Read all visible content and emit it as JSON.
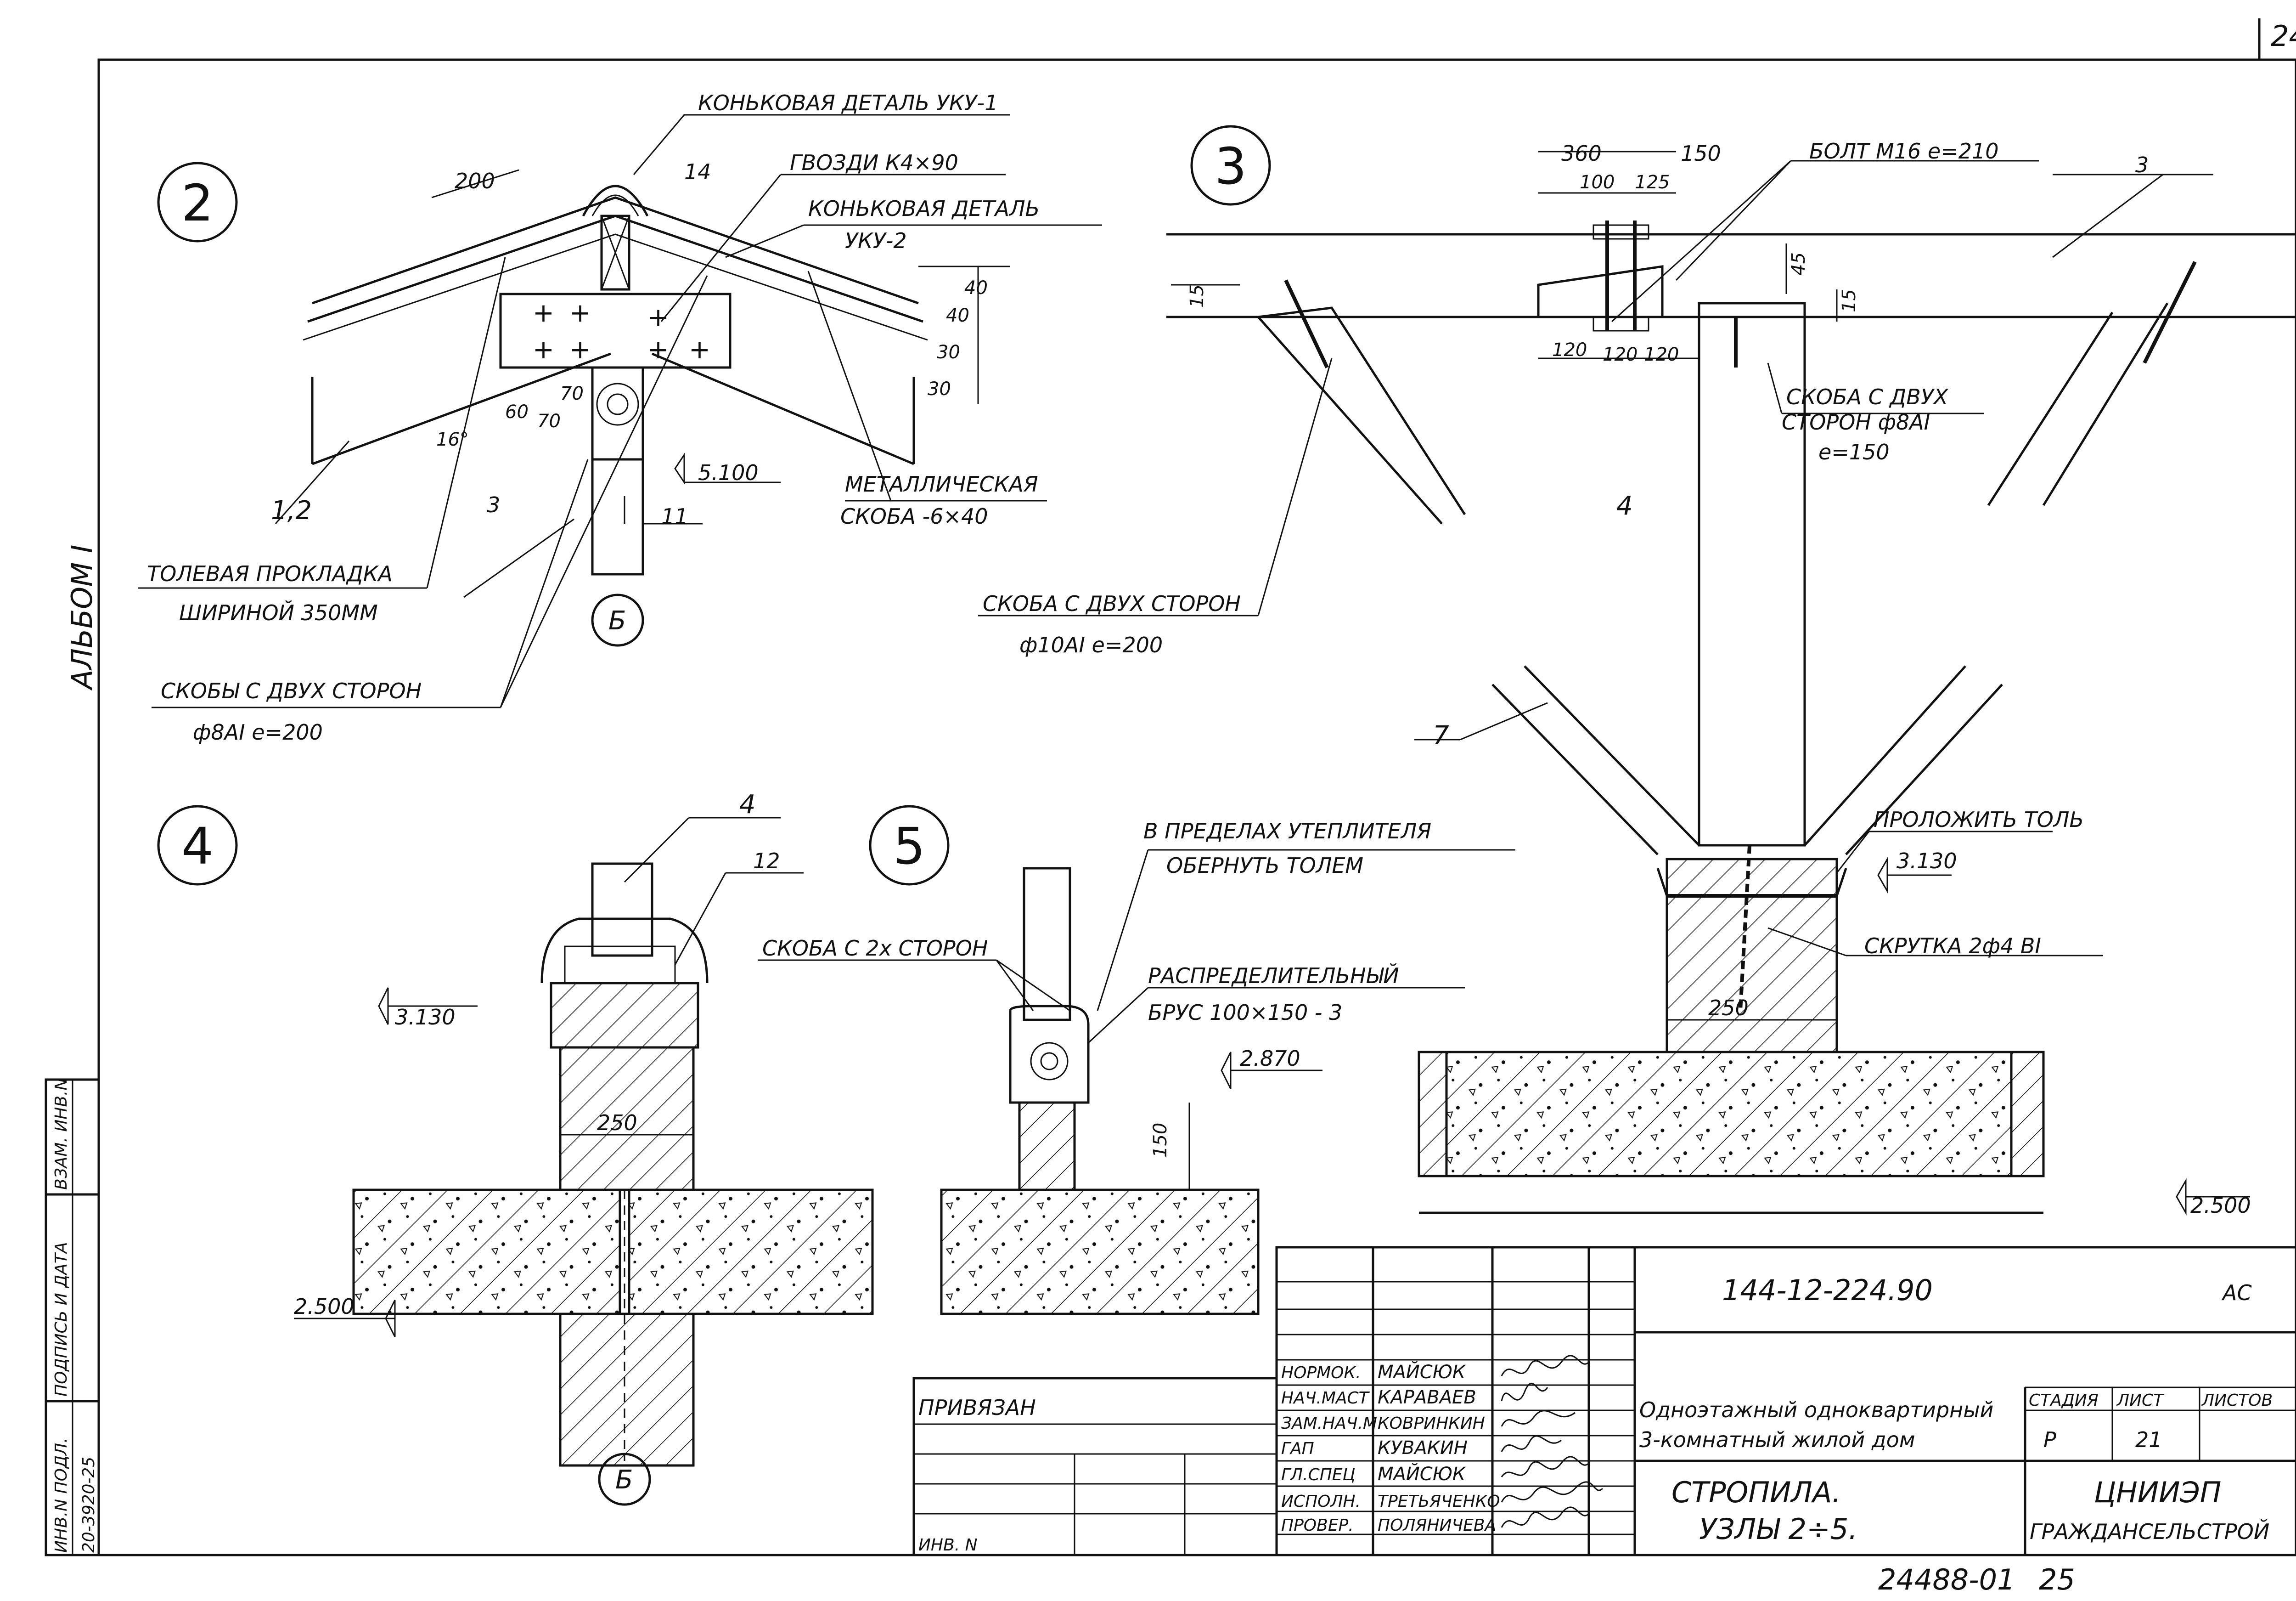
{
  "sheet": {
    "corner_number": "24",
    "album": "АЛЬБОМ I",
    "bottom_code": "24488-01",
    "bottom_num": "25"
  },
  "node2": {
    "number": "2",
    "ridge_part_1": "КОНЬКОВАЯ ДЕТАЛЬ УКУ-1",
    "nails": "ГВОЗДИ К4×90",
    "ridge_part_2a": "КОНЬКОВАЯ ДЕТАЛЬ",
    "ridge_part_2b": "УКУ-2",
    "dim_200": "200",
    "mark_14": "14",
    "dim_40a": "40",
    "dim_40b": "40",
    "dim_30a": "30",
    "dim_30b": "30",
    "dim_60": "60",
    "dim_70a": "70",
    "dim_70b": "70",
    "angle": "16°",
    "level": "5.100",
    "mark_12": "1,2",
    "mark_3": "3",
    "mark_11": "11",
    "metal_a": "МЕТАЛЛИЧЕСКАЯ",
    "metal_b": "СКОБА -6×40",
    "felt_a": "ТОЛЕВАЯ ПРОКЛАДКА",
    "felt_b": "ШИРИНОЙ 350ММ",
    "axis": "Б",
    "staples_a": "СКОБЫ С ДВУХ СТОРОН",
    "staples_b": "ф8АI е=200"
  },
  "node3": {
    "number": "3",
    "dim_360": "360",
    "dim_150": "150",
    "dim_100": "100",
    "dim_125": "125",
    "bolt": "БОЛТ М16 е=210",
    "mark_3": "3",
    "dim_15a": "15",
    "dim_15b": "15",
    "dim_45": "45",
    "dim_120a": "120",
    "dim_120b": "120",
    "dim_120c": "120",
    "staple2_a": "СКОБА С ДВУХ",
    "staple2_b": "СТОРОН ф8АI",
    "staple2_c": "е=150",
    "mark_4": "4",
    "staple_a": "СКОБА С ДВУХ СТОРОН",
    "staple_b": "ф10АI е=200",
    "mark_7": "7",
    "felt": "ПРОЛОЖИТЬ ТОЛЬ",
    "level_top": "3.130",
    "twist": "СКРУТКА 2ф4 ВI",
    "dim_250": "250",
    "level_bottom": "2.500"
  },
  "node4": {
    "number": "4",
    "mark_4": "4",
    "mark_12": "12",
    "level_top": "3.130",
    "dim_250": "250",
    "level_bottom": "2.500",
    "axis": "Б"
  },
  "node5": {
    "number": "5",
    "wrap_a": "В ПРЕДЕЛАХ УТЕПЛИТЕЛЯ",
    "wrap_b": "ОБЕРНУТЬ ТОЛЕМ",
    "staple": "СКОБА С 2х СТОРОН",
    "beam_a": "РАСПРЕДЕЛИТЕЛЬНЫЙ",
    "beam_b": "БРУС 100×150 - 3",
    "level": "2.870",
    "dim_150": "150"
  },
  "left_stamp": {
    "col1": "ИНВ.N ПОДЛ.",
    "col1_val": "20-3920-25",
    "col2": "ПОДПИСЬ И ДАТА",
    "col3": "ВЗАМ. ИНВ.N"
  },
  "title_block": {
    "project_code": "144-12-224.90",
    "stage_code": "АС",
    "bound": "ПРИВЯЗАН",
    "inv": "ИНВ. N",
    "roles": [
      "НОРМОК.",
      "НАЧ.МАСТ",
      "ЗАМ.НАЧ.М",
      "ГАП",
      "ГЛ.СПЕЦ",
      "ИСПОЛН.",
      "ПРОВЕР."
    ],
    "names": [
      "МАЙСЮК",
      "КАРАВАЕВ",
      "КОВРИНКИН",
      "КУВАКИН",
      "МАЙСЮК",
      "ТРЕТЬЯЧЕНКО",
      "ПОЛЯНИЧЕВА"
    ],
    "building_a": "Одноэтажный одноквартирный",
    "building_b": "3-комнатный жилой дом",
    "stage_h": "СТАДИЯ",
    "sheet_h": "ЛИСТ",
    "sheets_h": "ЛИСТОВ",
    "stage": "Р",
    "sheet": "21",
    "sheets": "",
    "drawing_a": "СТРОПИЛА.",
    "drawing_b": "УЗЛЫ 2÷5.",
    "org_a": "ЦНИИЭП",
    "org_b": "ГРАЖДАНСЕЛЬСТРОЙ"
  }
}
